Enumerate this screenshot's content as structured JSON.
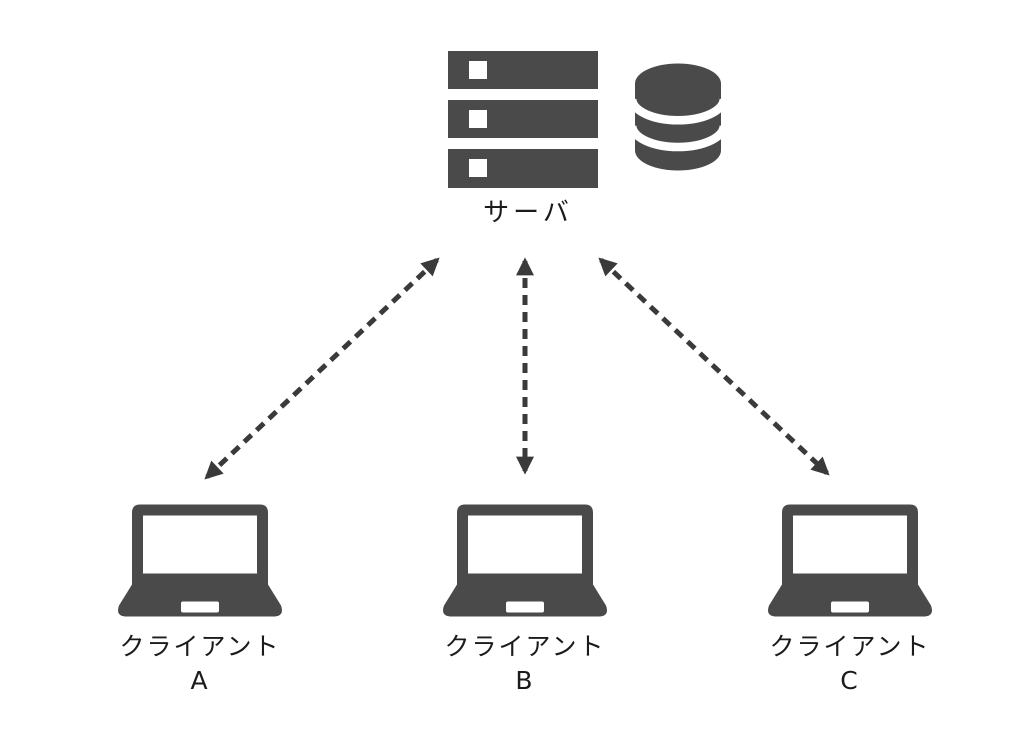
{
  "diagram": {
    "type": "client-server-network-diagram",
    "background_color": "#ffffff",
    "icon_color": "#4a4a4a",
    "text_color": "#1b1b1b",
    "arrow_color": "#3a3a3a",
    "server": {
      "label": "サーバ",
      "icons": [
        "server-rack-icon",
        "database-icon"
      ]
    },
    "clients": [
      {
        "label": "クライアント",
        "id": "A",
        "icon": "laptop-icon"
      },
      {
        "label": "クライアント",
        "id": "B",
        "icon": "laptop-icon"
      },
      {
        "label": "クライアント",
        "id": "C",
        "icon": "laptop-icon"
      }
    ],
    "connections": [
      {
        "from": "サーバ",
        "to": "クライアント A",
        "style": "dashed",
        "bidirectional": true
      },
      {
        "from": "サーバ",
        "to": "クライアント B",
        "style": "dashed",
        "bidirectional": true
      },
      {
        "from": "サーバ",
        "to": "クライアント C",
        "style": "dashed",
        "bidirectional": true
      }
    ]
  }
}
